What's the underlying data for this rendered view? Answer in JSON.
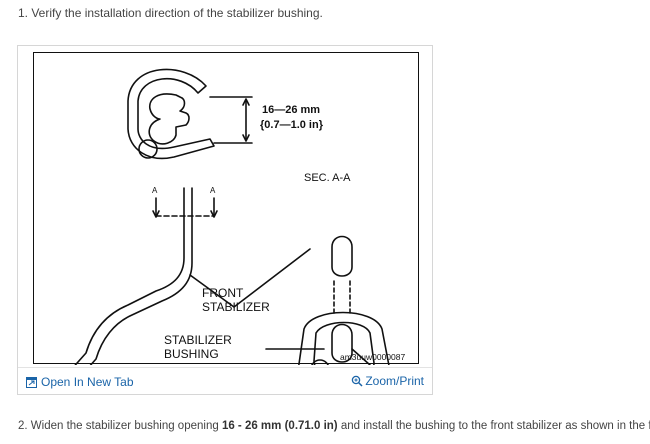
{
  "step1": {
    "text": "1. Verify the installation direction of the stabilizer bushing."
  },
  "figure": {
    "labels": {
      "dimension_mm": "16—26 mm",
      "dimension_in": "{0.7—1.0 in}",
      "section": "SEC. A-A",
      "arrow_a": "A",
      "front_line1": "FRONT",
      "front_line2": "STABILIZER",
      "bushing_line1": "STABILIZER",
      "bushing_line2": "BUSHING",
      "code": "am3uuw0000087"
    }
  },
  "toolbar": {
    "open_tab_label": "Open In New Tab",
    "zoom_label": "Zoom/Print",
    "link_color": "#1a64a8"
  },
  "step2": {
    "prefix": "2. Widen the stabilizer bushing opening ",
    "bold1": "16 - 26 mm",
    "bold2": "(0.71.0 in)",
    "suffix": " and install the bushing to the front stabilizer as shown in the figure."
  }
}
